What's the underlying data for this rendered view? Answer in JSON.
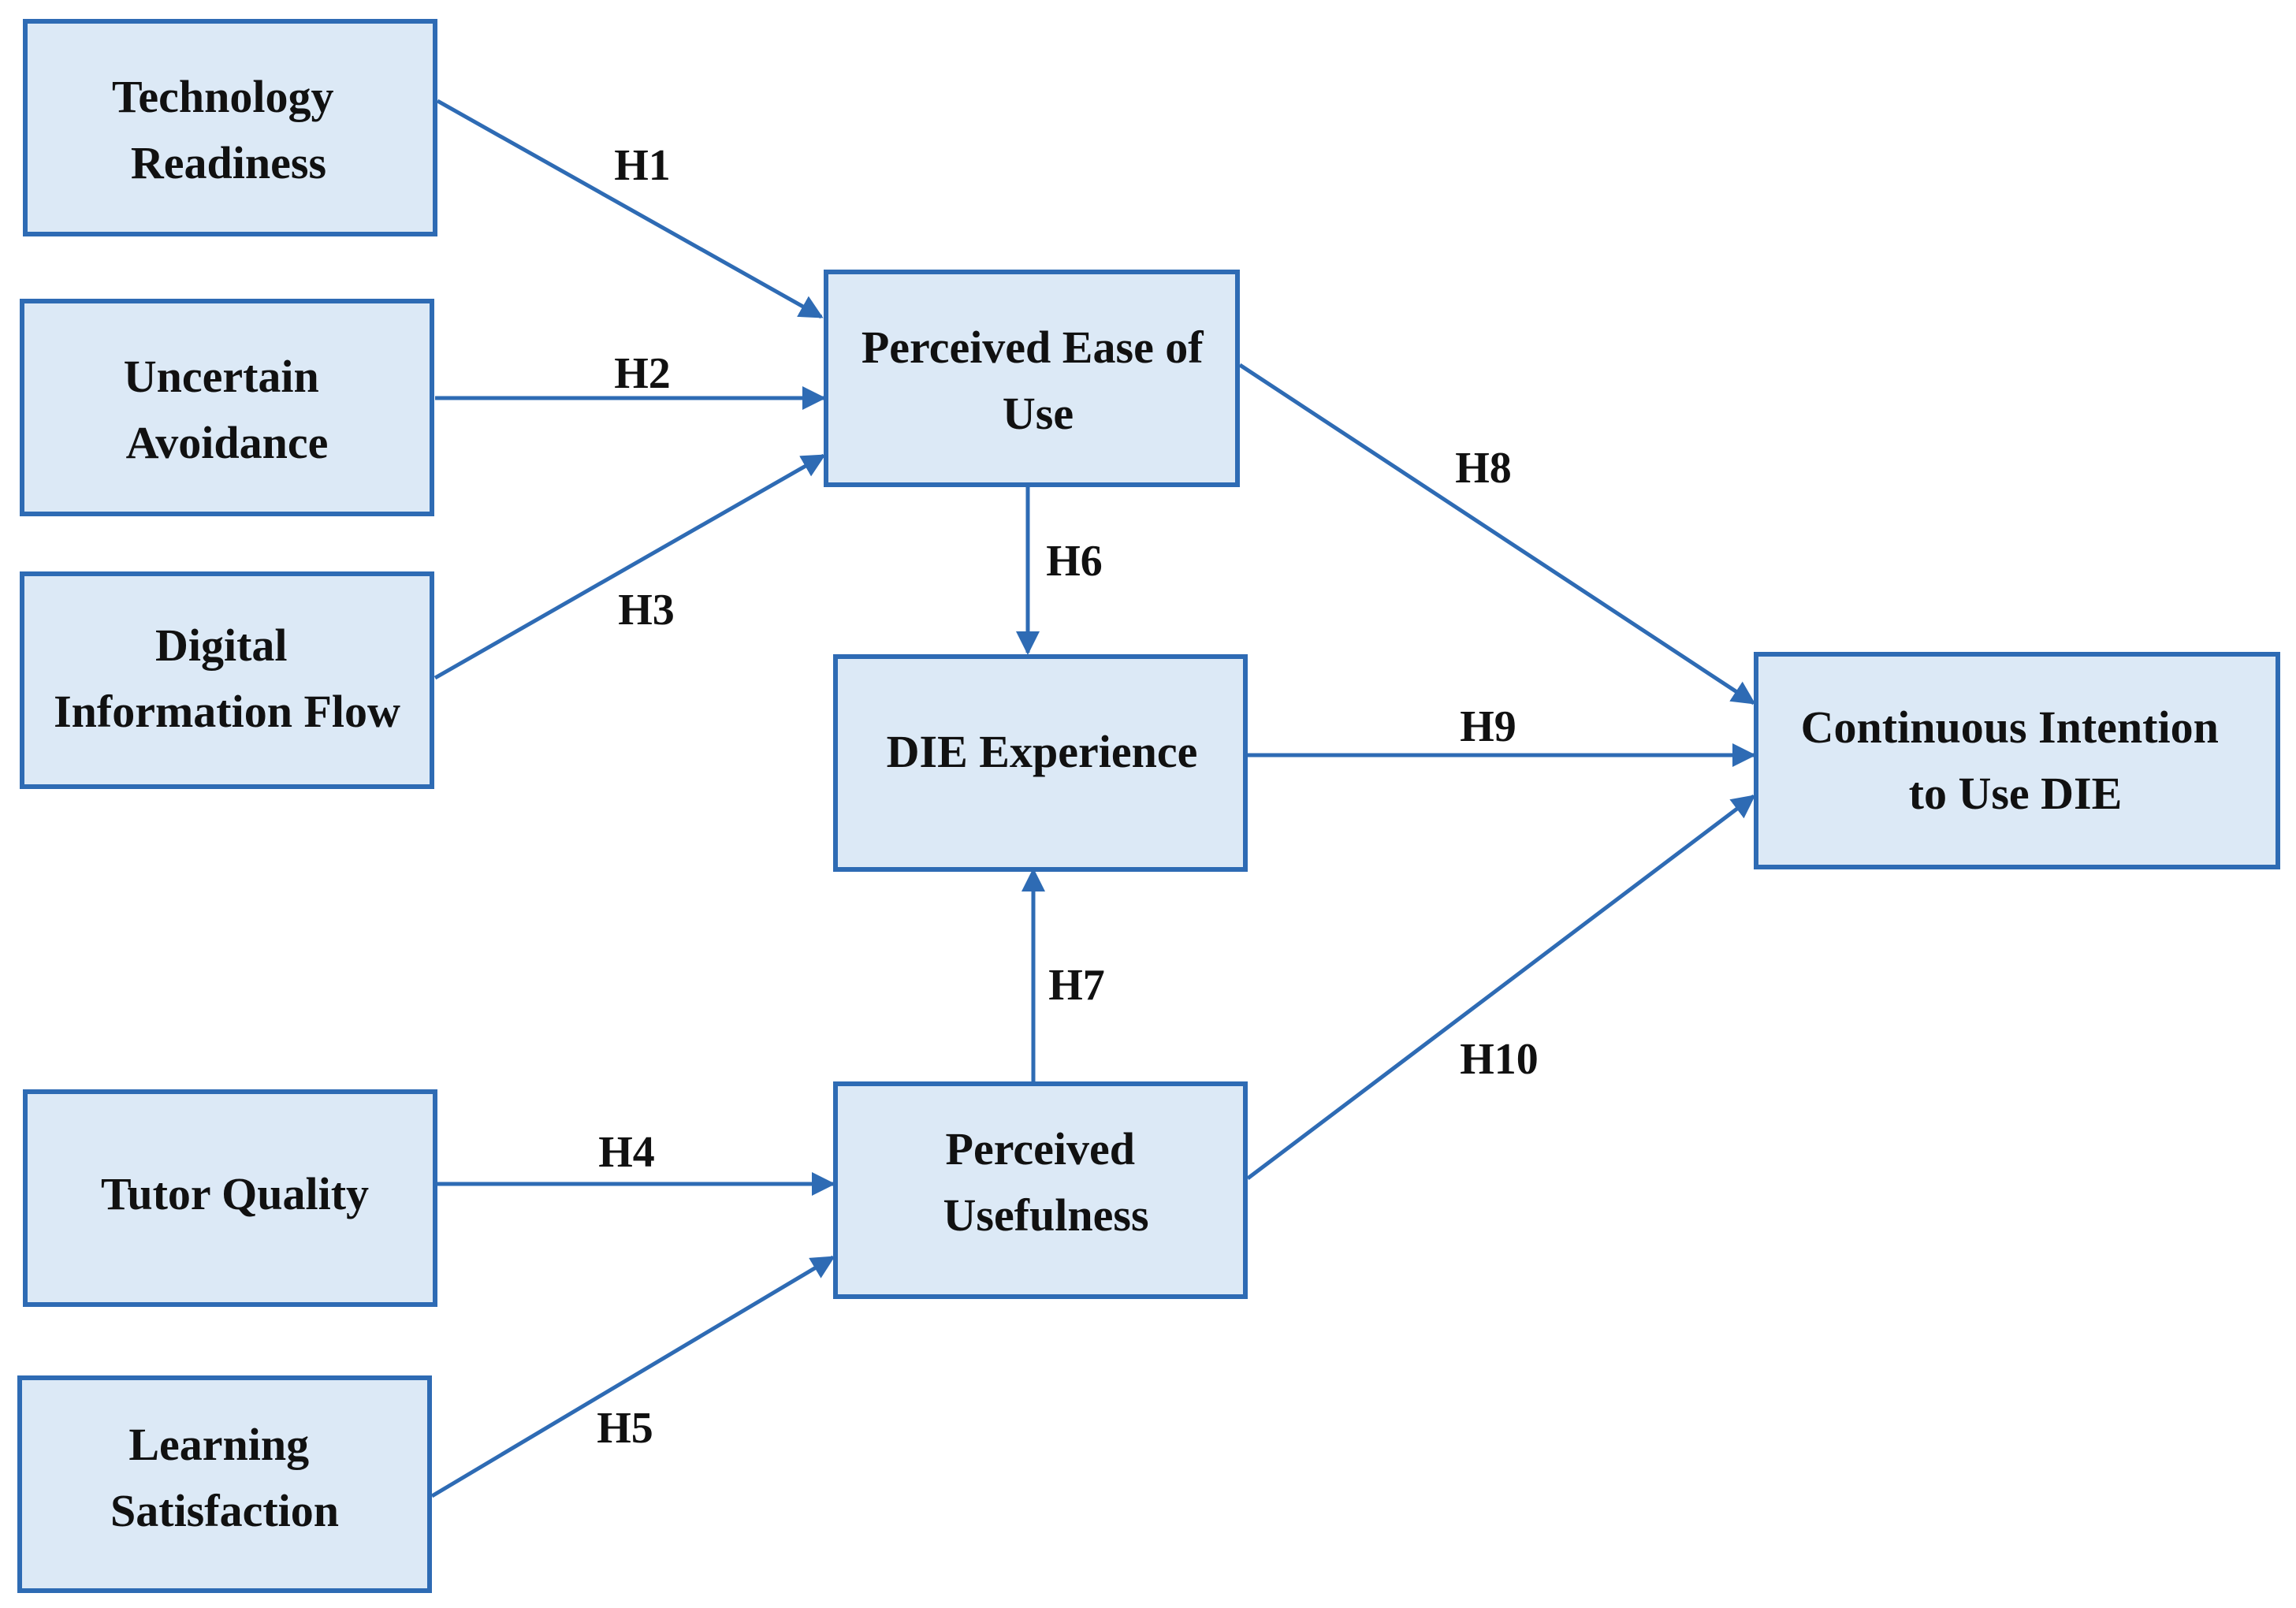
{
  "colors": {
    "box_fill": "#dce9f6",
    "box_border": "#2e6bb4",
    "arrow": "#2e6bb4",
    "text": "#111111"
  },
  "nodes": {
    "technology_readiness": {
      "lines": [
        "Technology",
        "Readiness"
      ]
    },
    "uncertain_avoidance": {
      "lines": [
        "Uncertain",
        "Avoidance"
      ]
    },
    "digital_information_flow": {
      "lines": [
        "Digital",
        "Information Flow"
      ]
    },
    "tutor_quality": {
      "lines": [
        "Tutor Quality"
      ]
    },
    "learning_satisfaction": {
      "lines": [
        "Learning",
        "Satisfaction"
      ]
    },
    "perceived_ease_of_use": {
      "lines": [
        "Perceived Ease of",
        "Use"
      ]
    },
    "die_experience": {
      "lines": [
        "DIE Experience"
      ]
    },
    "perceived_usefulness": {
      "lines": [
        "Perceived",
        "Usefulness"
      ]
    },
    "continuous_intention": {
      "lines": [
        "Continuous Intention",
        "to Use DIE"
      ]
    }
  },
  "edges": [
    {
      "id": "h1",
      "label": "H1",
      "from": "Technology Readiness",
      "to": "Perceived Ease of Use"
    },
    {
      "id": "h2",
      "label": "H2",
      "from": "Uncertain Avoidance",
      "to": "Perceived Ease of Use"
    },
    {
      "id": "h3",
      "label": "H3",
      "from": "Digital Information Flow",
      "to": "Perceived Ease of Use"
    },
    {
      "id": "h4",
      "label": "H4",
      "from": "Tutor Quality",
      "to": "Perceived Usefulness"
    },
    {
      "id": "h5",
      "label": "H5",
      "from": "Learning Satisfaction",
      "to": "Perceived Usefulness"
    },
    {
      "id": "h6",
      "label": "H6",
      "from": "Perceived Ease of Use",
      "to": "DIE Experience"
    },
    {
      "id": "h7",
      "label": "H7",
      "from": "Perceived Usefulness",
      "to": "DIE Experience"
    },
    {
      "id": "h8",
      "label": "H8",
      "from": "Perceived Ease of Use",
      "to": "Continuous Intention to Use DIE"
    },
    {
      "id": "h9",
      "label": "H9",
      "from": "DIE Experience",
      "to": "Continuous Intention to Use DIE"
    },
    {
      "id": "h10",
      "label": "H10",
      "from": "Perceived Usefulness",
      "to": "Continuous Intention to Use DIE"
    }
  ]
}
